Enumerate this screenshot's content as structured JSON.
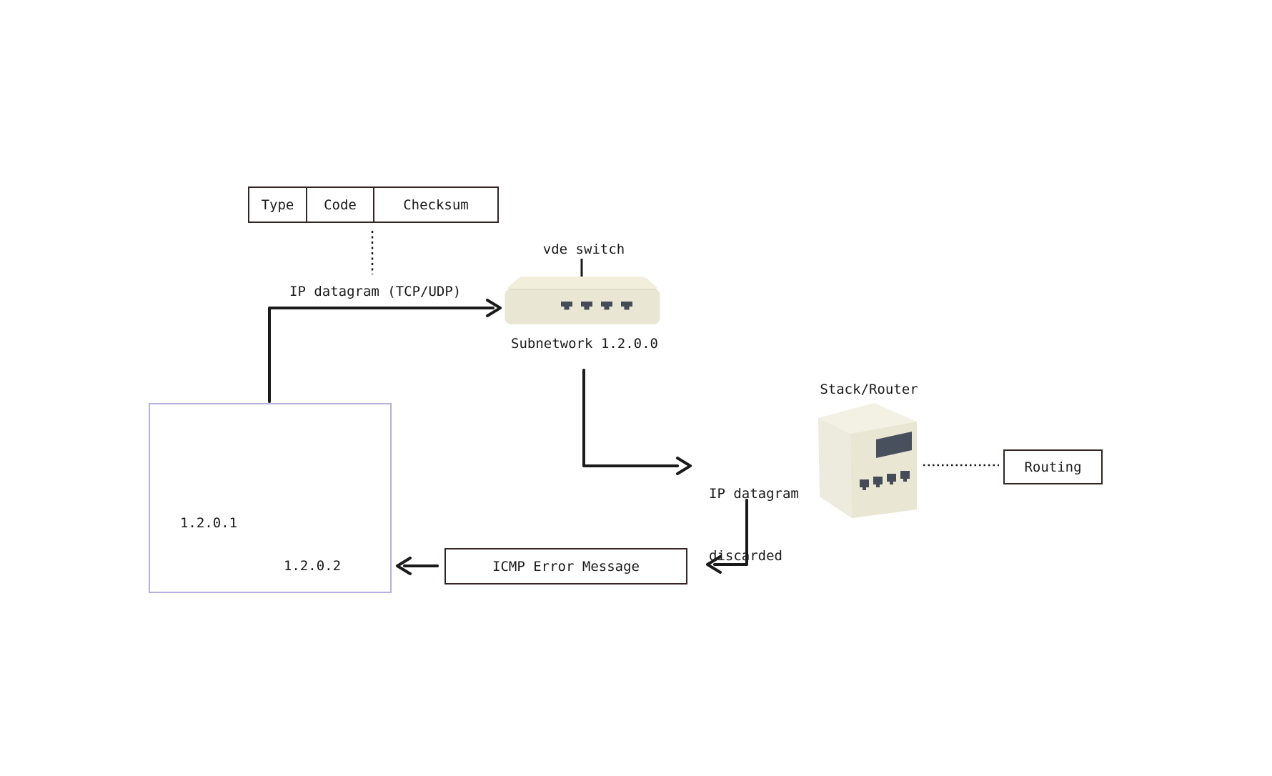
{
  "packet_header": {
    "fields": [
      "Type",
      "Code",
      "Checksum"
    ]
  },
  "flow_labels": {
    "ip_datagram": "IP datagram (TCP/UDP)",
    "ip_discarded_line1": "IP datagram",
    "ip_discarded_line2": "discarded"
  },
  "nodes": {
    "switch": {
      "title": "vde switch",
      "subtitle": "Subnetwork 1.2.0.0"
    },
    "router": {
      "title": "Stack/Router"
    },
    "routing_box": {
      "label": "Routing"
    },
    "icmp_box": {
      "label": "ICMP Error Message"
    },
    "hosts": [
      {
        "ip": "1.2.0.1"
      },
      {
        "ip": "1.2.0.2"
      }
    ]
  },
  "colors": {
    "background": "#ffffff",
    "line": "#1a1a1a",
    "box_border": "#342424",
    "host_group_border": "#b5b1e0",
    "device_front": "#e9e6d3",
    "device_top": "#f3f1e4",
    "device_side": "#e7e3d0",
    "screen": "#4b5464",
    "port": "#454c58",
    "text": "#1a1a1a"
  }
}
